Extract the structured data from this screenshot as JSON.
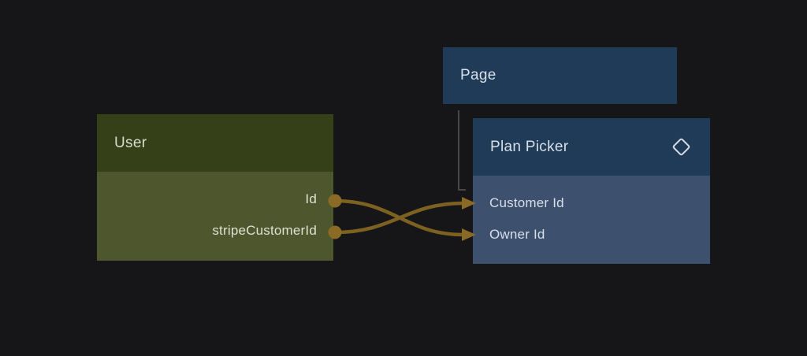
{
  "app": {
    "name": "visual-node-editor-canvas"
  },
  "canvas": {
    "background": "#161618"
  },
  "nodes": {
    "page": {
      "title": "Page"
    },
    "user": {
      "title": "User",
      "fields": [
        {
          "label": "Id",
          "port": "output"
        },
        {
          "label": "stripeCustomerId",
          "port": "output"
        }
      ]
    },
    "plan_picker": {
      "title": "Plan Picker",
      "icon": "diamond-icon",
      "fields": [
        {
          "label": "Customer Id",
          "port": "input"
        },
        {
          "label": "Owner Id",
          "port": "input"
        }
      ]
    }
  },
  "edges": [
    {
      "from": "User.Id",
      "to": "Plan Picker.Owner Id",
      "style": "curve"
    },
    {
      "from": "User.stripeCustomerId",
      "to": "Plan Picker.Customer Id",
      "style": "curve"
    },
    {
      "from": "Page",
      "to": "Plan Picker",
      "style": "elbow"
    }
  ],
  "colors": {
    "background": "#161618",
    "blue_header": "#203b58",
    "blue_body": "#3d506e",
    "green_header": "#354018",
    "green_body": "#4d562c",
    "edge_amber": "#7d6121",
    "port_amber": "#8a6a24",
    "elbow_gray": "#55555a",
    "text_on_green": "#dde2d4",
    "text_on_blue": "#d9dfe9"
  }
}
